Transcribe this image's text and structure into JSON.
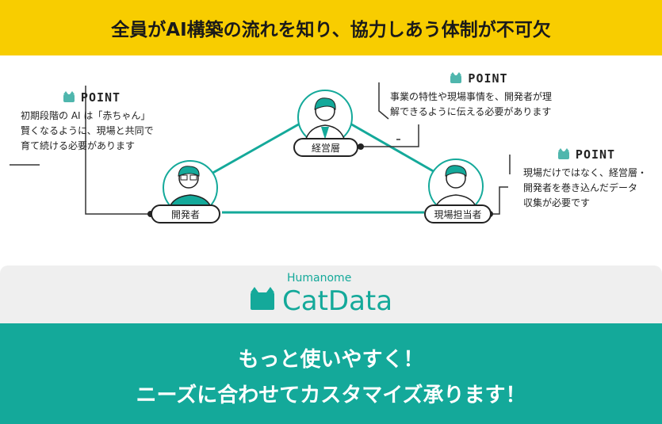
{
  "header": {
    "title": "全員がAI構築の流れを知り、協力しあう体制が不可欠"
  },
  "nodes": {
    "management": "経営層",
    "developer": "開発者",
    "field": "現場担当者"
  },
  "points": [
    {
      "label": "POINT",
      "lines": [
        "初期段階の AI は「赤ちゃん」",
        "賢くなるように、現場と共同で",
        "育て続ける必要があります"
      ]
    },
    {
      "label": "POINT",
      "lines": [
        "事業の特性や現場事情を、開発者が理",
        "解できるように伝える必要があります"
      ]
    },
    {
      "label": "POINT",
      "lines": [
        "現場だけではなく、経営層・",
        "開発者を巻き込んだデータ",
        "収集が必要です"
      ]
    }
  ],
  "brand": {
    "sub": "Humanome",
    "name": "CatData"
  },
  "footer": {
    "line1": "もっと使いやすく！",
    "line2": "ニーズに合わせてカスタマイズ承ります！"
  },
  "colors": {
    "header": "#f8cd00",
    "teal": "#14a99a",
    "band": "#efefef"
  }
}
